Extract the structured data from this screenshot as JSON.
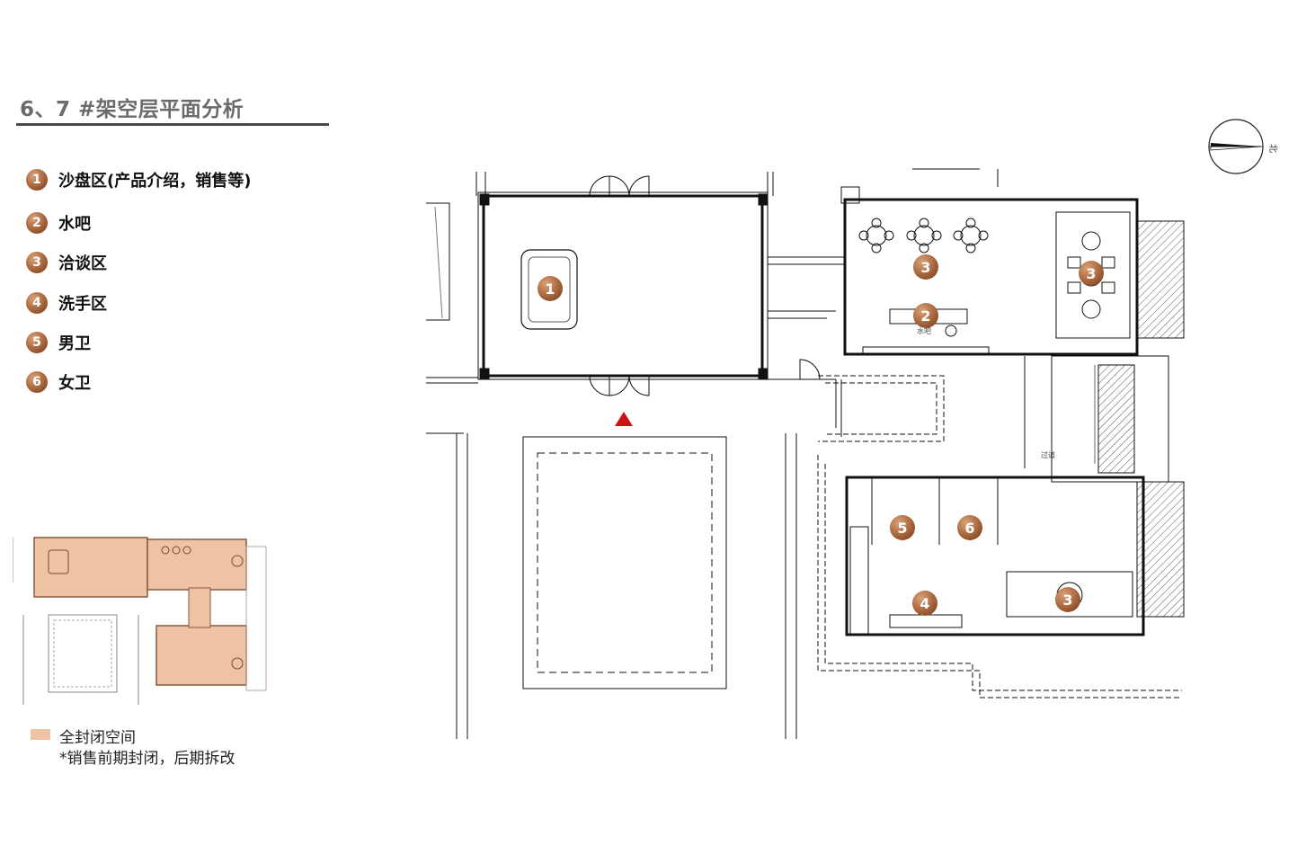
{
  "page": {
    "title": "6、7 #架空层平面分析"
  },
  "legend": {
    "items": [
      {
        "number": "1",
        "label": "沙盘区(产品介绍，销售等)"
      },
      {
        "number": "2",
        "label": "水吧"
      },
      {
        "number": "3",
        "label": "洽谈区"
      },
      {
        "number": "4",
        "label": "洗手区"
      },
      {
        "number": "5",
        "label": "男卫"
      },
      {
        "number": "6",
        "label": "女卫"
      }
    ]
  },
  "plan": {
    "markers": [
      "1",
      "2",
      "3",
      "3",
      "4",
      "5",
      "6",
      "3"
    ],
    "labels": {
      "water_bar": "水吧",
      "corridor": "过道",
      "north": "北"
    }
  },
  "notes": {
    "swatch_label": "全封闭空间",
    "remark": "*销售前期封闭，后期拆改"
  },
  "colors": {
    "enclosed_space": "#eec3a4",
    "entrance_arrow": "#cc1111",
    "badge": "#a5633a"
  }
}
